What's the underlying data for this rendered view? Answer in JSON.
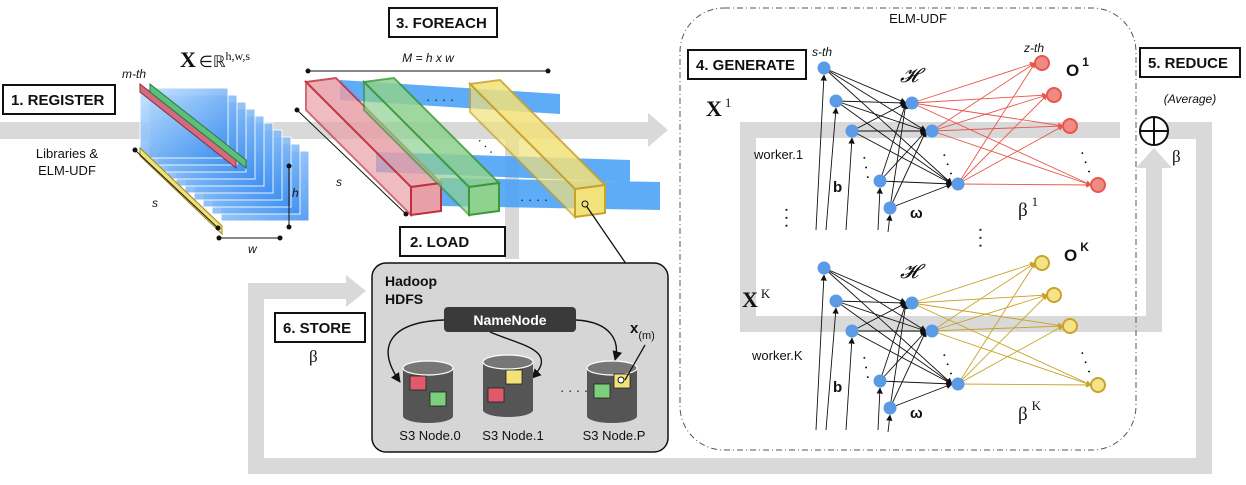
{
  "steps": {
    "register": "1. REGISTER",
    "load": "2. LOAD",
    "foreach": "3. FOREACH",
    "generate": "4. GENERATE",
    "reduce": "5. REDUCE",
    "store": "6. STORE"
  },
  "register_note": "Libraries & ELM-UDF",
  "register_note_lines": [
    "Libraries &",
    "ELM-UDF"
  ],
  "tensor": {
    "set_symbol": "X",
    "set_in": "∈ℝ",
    "set_dims": "h,w,s",
    "slice_label": "m-th",
    "dim_s": "s",
    "dim_h": "h",
    "dim_w": "w"
  },
  "foreach": {
    "formula": "M = h x w",
    "dim_s": "s",
    "dots": "· · · ·"
  },
  "elm": {
    "title": "ELM-UDF",
    "worker1": {
      "input_symbol": "X",
      "input_index": "1",
      "label": "worker.1",
      "hidden_symbol": "𝓗",
      "input_node_label": "s-th",
      "output_node_label": "z-th",
      "output_symbol": "O",
      "output_index": "1",
      "beta_symbol": "β",
      "beta_index": "1",
      "bias": "b",
      "weight": "ω",
      "color": "#e8564c"
    },
    "workerK": {
      "input_symbol": "X",
      "input_index": "K",
      "label": "worker.K",
      "hidden_symbol": "𝓗",
      "output_symbol": "O",
      "output_index": "K",
      "beta_symbol": "β",
      "beta_index": "K",
      "bias": "b",
      "weight": "ω",
      "color": "#c9a227"
    },
    "node_color": "#5b9be6"
  },
  "reduce": {
    "method": "(Average)",
    "operator": "⊕",
    "beta": "β"
  },
  "store": {
    "beta": "β"
  },
  "hdfs": {
    "title_line1": "Hadoop",
    "title_line2": "HDFS",
    "namenode": "NameNode",
    "record_symbol": "x",
    "record_index": "(m)",
    "dots": "· · · ·",
    "nodes": [
      "S3 Node.0",
      "S3 Node.1",
      "S3 Node.P"
    ]
  },
  "colors": {
    "flow_arrow": "#d7d7d7",
    "slice_red": "#e8a0a8",
    "slice_green": "#8fd18f",
    "slice_yellow": "#f2e27a",
    "blue_block": "#4da3f7",
    "hdfs_bg": "#d9d9d9",
    "namenode_bg": "#3a3a3a",
    "cylinder": "#555555"
  }
}
